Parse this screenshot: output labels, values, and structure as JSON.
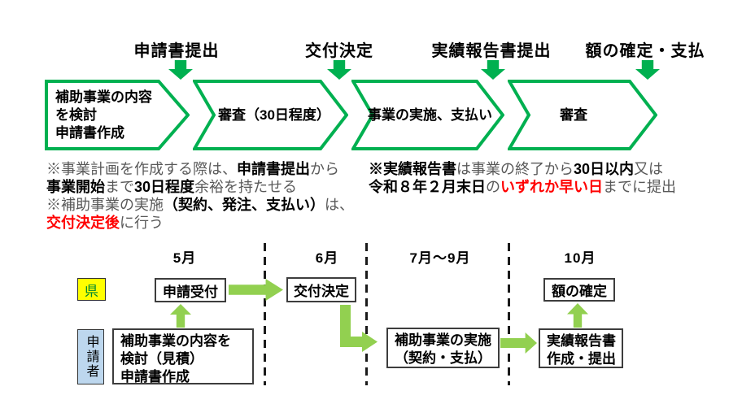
{
  "colors": {
    "flow_green": "#00B050",
    "timeline_green": "#92D050",
    "prefecture_bg": "#FFFF00",
    "prefecture_text": "#00882f",
    "applicant_bg": "#BDD7EE",
    "highlight_red": "#FF0000"
  },
  "top_flow": {
    "milestones": [
      {
        "label": "申請書提出"
      },
      {
        "label": "交付決定"
      },
      {
        "label": "実績報告書提出"
      },
      {
        "label": "額の確定・支払"
      }
    ],
    "stages": [
      {
        "line1": "補助事業の内容",
        "line2": "を検討",
        "line3": "申請書作成"
      },
      {
        "line1": "審査（30日程度）"
      },
      {
        "line1": "事業の実施、支払い"
      },
      {
        "line1": "審査"
      }
    ]
  },
  "notes": {
    "left": [
      {
        "seg": [
          {
            "t": "※事業計画を作成する際は、"
          },
          {
            "t": "申請書提出"
          },
          {
            "t": "から"
          }
        ]
      },
      {
        "seg": [
          {
            "t": "事業開始"
          },
          {
            "t": "まで"
          },
          {
            "t": "30日程度"
          },
          {
            "t": "余裕を持たせる"
          }
        ]
      },
      {
        "seg": [
          {
            "t": "※補助事業の実施"
          },
          {
            "t": "（契約、発注、支払い）"
          },
          {
            "t": "は、"
          }
        ]
      },
      {
        "seg": [
          {
            "t": "交付決定後"
          },
          {
            "t": "に行う"
          }
        ]
      }
    ],
    "right": [
      {
        "seg": [
          {
            "t": "※実績報告書"
          },
          {
            "t": "は事業の終了から"
          },
          {
            "t": "30日以内"
          },
          {
            "t": "又は"
          }
        ]
      },
      {
        "seg": [
          {
            "t": "令和８年２月末日"
          },
          {
            "t": "の"
          },
          {
            "t": "いずれか早い日"
          },
          {
            "t": "までに提出"
          }
        ]
      }
    ]
  },
  "timeline": {
    "months": [
      {
        "label": "5月"
      },
      {
        "label": "6月"
      },
      {
        "label": "7月～9月"
      },
      {
        "label": "10月"
      }
    ],
    "actors": {
      "prefecture": "県",
      "applicant": "申請者"
    },
    "boxes": {
      "accept": "申請受付",
      "decision": "交付決定",
      "amount": "額の確定",
      "plan": {
        "line1": "補助事業の内容を",
        "line2": "検討（見積）",
        "line3": "申請書作成"
      },
      "implement": {
        "line1": "補助事業の実施",
        "line2": "（契約・支払）"
      },
      "report": {
        "line1": "実績報告書",
        "line2": "作成・提出"
      }
    }
  }
}
